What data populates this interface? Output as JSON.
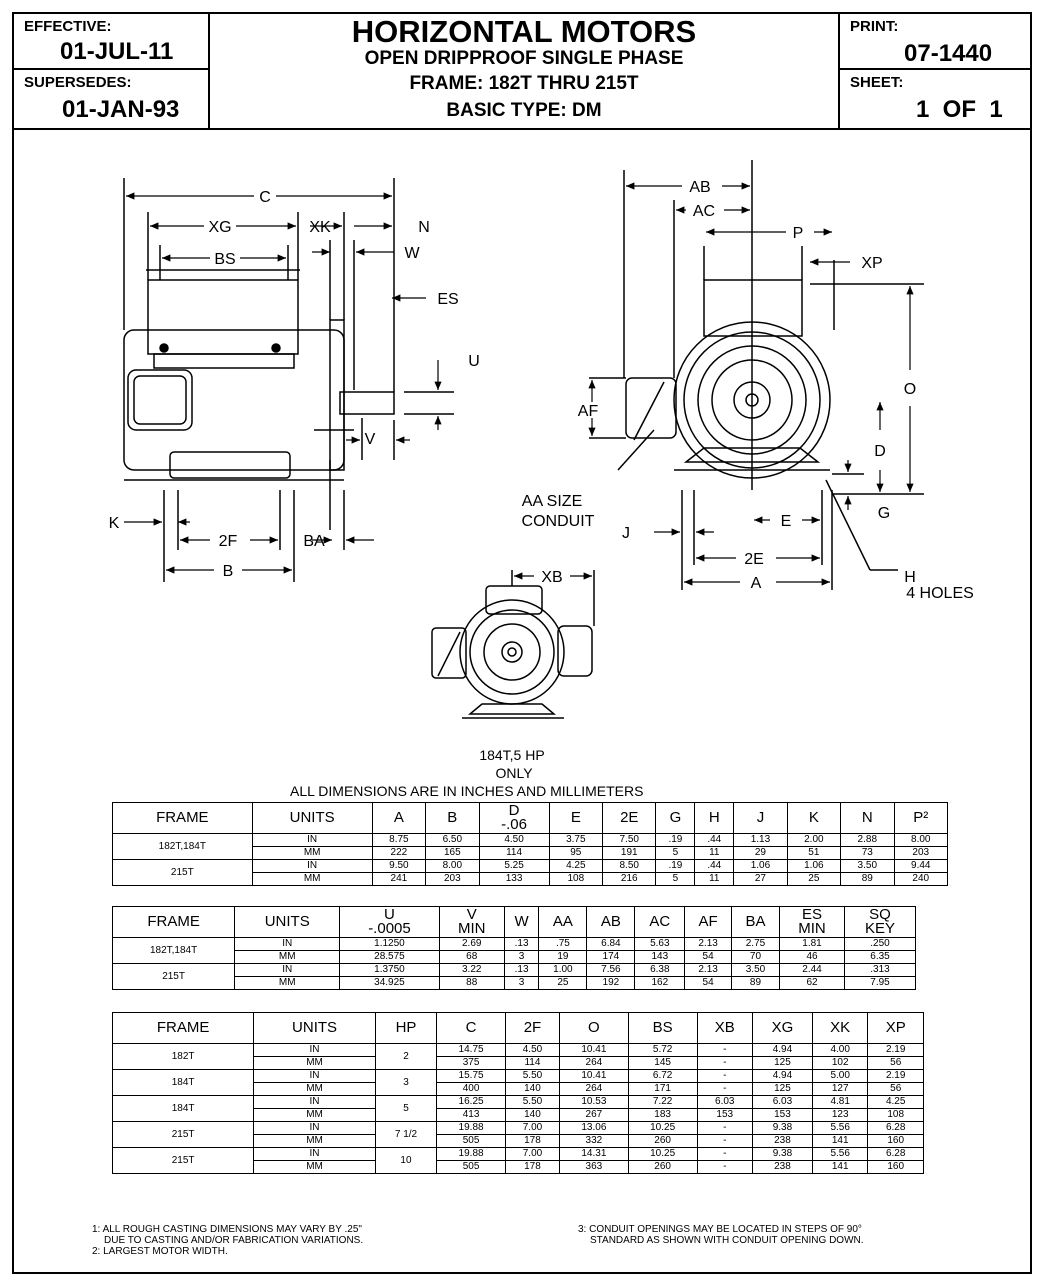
{
  "header": {
    "effective_label": "EFFECTIVE:",
    "effective_date": "01-JUL-11",
    "supersedes_label": "SUPERSEDES:",
    "supersedes_date": "01-JAN-93",
    "title": "HORIZONTAL MOTORS",
    "subtitle1": "OPEN DRIPPROOF SINGLE PHASE",
    "subtitle2": "FRAME: 182T THRU 215T",
    "subtitle3": "BASIC TYPE:  DM",
    "print_label": "PRINT:",
    "print_no": "07-1440",
    "sheet_label": "SHEET:",
    "sheet_no": "1  OF  1"
  },
  "drawing_labels": {
    "C": "C",
    "XG": "XG",
    "XK": "XK",
    "N": "N",
    "BS": "BS",
    "W": "W",
    "ES": "ES",
    "U": "U",
    "V": "V",
    "K": "K",
    "F2": "2F",
    "BA": "BA",
    "B": "B",
    "AB": "AB",
    "AC": "AC",
    "P": "P",
    "XP": "XP",
    "O": "O",
    "AF": "AF",
    "D": "D",
    "G": "G",
    "AA1": "AA SIZE",
    "AA2": "CONDUIT",
    "J": "J",
    "E": "E",
    "E2": "2E",
    "A": "A",
    "H1": "H",
    "H2": "4 HOLES",
    "XB": "XB",
    "only1": "184T,5 HP",
    "only2": "ONLY"
  },
  "all_dims_note": "ALL DIMENSIONS ARE IN INCHES AND MILLIMETERS",
  "table1": {
    "headers": [
      "FRAME",
      "UNITS",
      "A",
      "B",
      "D\n-.06",
      "E",
      "2E",
      "G",
      "H",
      "J",
      "K",
      "N",
      "P²"
    ],
    "rows": [
      {
        "frame": "182T,184T",
        "in": [
          "8.75",
          "6.50",
          "4.50",
          "3.75",
          "7.50",
          ".19",
          ".44",
          "1.13",
          "2.00",
          "2.88",
          "8.00"
        ],
        "mm": [
          "222",
          "165",
          "114",
          "95",
          "191",
          "5",
          "11",
          "29",
          "51",
          "73",
          "203"
        ]
      },
      {
        "frame": "215T",
        "in": [
          "9.50",
          "8.00",
          "5.25",
          "4.25",
          "8.50",
          ".19",
          ".44",
          "1.06",
          "1.06",
          "3.50",
          "9.44"
        ],
        "mm": [
          "241",
          "203",
          "133",
          "108",
          "216",
          "5",
          "11",
          "27",
          "25",
          "89",
          "240"
        ]
      }
    ]
  },
  "table2": {
    "headers": [
      "FRAME",
      "UNITS",
      "U\n-.0005",
      "V\nMIN",
      "W",
      "AA",
      "AB",
      "AC",
      "AF",
      "BA",
      "ES\nMIN",
      "SQ\nKEY"
    ],
    "rows": [
      {
        "frame": "182T,184T",
        "in": [
          "1.1250",
          "2.69",
          ".13",
          ".75",
          "6.84",
          "5.63",
          "2.13",
          "2.75",
          "1.81",
          ".250"
        ],
        "mm": [
          "28.575",
          "68",
          "3",
          "19",
          "174",
          "143",
          "54",
          "70",
          "46",
          "6.35"
        ]
      },
      {
        "frame": "215T",
        "in": [
          "1.3750",
          "3.22",
          ".13",
          "1.00",
          "7.56",
          "6.38",
          "2.13",
          "3.50",
          "2.44",
          ".313"
        ],
        "mm": [
          "34.925",
          "88",
          "3",
          "25",
          "192",
          "162",
          "54",
          "89",
          "62",
          "7.95"
        ]
      }
    ]
  },
  "table3": {
    "headers": [
      "FRAME",
      "UNITS",
      "HP",
      "C",
      "2F",
      "O",
      "BS",
      "XB",
      "XG",
      "XK",
      "XP"
    ],
    "rows": [
      {
        "frame": "182T",
        "hp": "2",
        "in": [
          "14.75",
          "4.50",
          "10.41",
          "5.72",
          "-",
          "4.94",
          "4.00",
          "2.19"
        ],
        "mm": [
          "375",
          "114",
          "264",
          "145",
          "-",
          "125",
          "102",
          "56"
        ]
      },
      {
        "frame": "184T",
        "hp": "3",
        "in": [
          "15.75",
          "5.50",
          "10.41",
          "6.72",
          "-",
          "4.94",
          "5.00",
          "2.19"
        ],
        "mm": [
          "400",
          "140",
          "264",
          "171",
          "-",
          "125",
          "127",
          "56"
        ]
      },
      {
        "frame": "184T",
        "hp": "5",
        "in": [
          "16.25",
          "5.50",
          "10.53",
          "7.22",
          "6.03",
          "6.03",
          "4.81",
          "4.25"
        ],
        "mm": [
          "413",
          "140",
          "267",
          "183",
          "153",
          "153",
          "123",
          "108"
        ]
      },
      {
        "frame": "215T",
        "hp": "7 1/2",
        "in": [
          "19.88",
          "7.00",
          "13.06",
          "10.25",
          "-",
          "9.38",
          "5.56",
          "6.28"
        ],
        "mm": [
          "505",
          "178",
          "332",
          "260",
          "-",
          "238",
          "141",
          "160"
        ]
      },
      {
        "frame": "215T",
        "hp": "10",
        "in": [
          "19.88",
          "7.00",
          "14.31",
          "10.25",
          "-",
          "9.38",
          "5.56",
          "6.28"
        ],
        "mm": [
          "505",
          "178",
          "363",
          "260",
          "-",
          "238",
          "141",
          "160"
        ]
      }
    ],
    "units_in": "IN",
    "units_mm": "MM"
  },
  "notes": {
    "n1a": "1: ALL ROUGH CASTING DIMENSIONS MAY VARY BY .25\"",
    "n1b": "DUE TO CASTING AND/OR FABRICATION VARIATIONS.",
    "n2": "2: LARGEST MOTOR WIDTH.",
    "n3a": "3: CONDUIT OPENINGS MAY BE LOCATED IN STEPS OF 90°",
    "n3b": "STANDARD AS SHOWN WITH CONDUIT OPENING DOWN."
  }
}
